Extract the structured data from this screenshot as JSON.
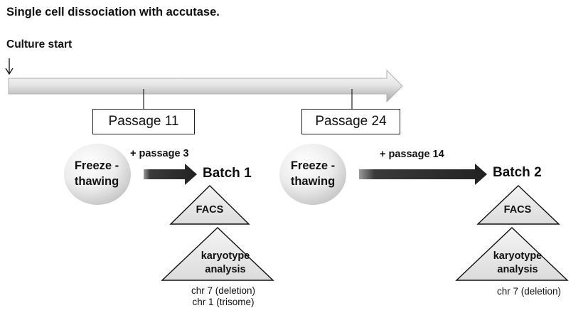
{
  "title": "Single cell dissociation with accutase.",
  "culture_start": "Culture start",
  "passages": [
    {
      "label": "Passage 11"
    },
    {
      "label": "Passage 24"
    }
  ],
  "freeze_thawing": [
    {
      "line1": "Freeze -",
      "line2": "thawing"
    },
    {
      "line1": "Freeze -",
      "line2": "thawing"
    }
  ],
  "transitions": [
    {
      "label": "+ passage 3"
    },
    {
      "label": "+ passage 14"
    }
  ],
  "batches": [
    {
      "label": "Batch 1",
      "facs": "FACS",
      "karyotype_line1": "karyotype",
      "karyotype_line2": "analysis",
      "results": [
        "chr 7 (deletion)",
        "chr 1 (trisome)"
      ]
    },
    {
      "label": "Batch 2",
      "facs": "FACS",
      "karyotype_line1": "karyotype",
      "karyotype_line2": "analysis",
      "results": [
        "chr 7 (deletion)"
      ]
    }
  ],
  "colors": {
    "timeline_light": "#f2f2f2",
    "timeline_dark": "#9a9a9a",
    "arrow_dark": "#2b2b2b",
    "triangle_fill": "#e9e9e9",
    "circle_light": "#ffffff",
    "circle_dark": "#c8c8c8"
  }
}
